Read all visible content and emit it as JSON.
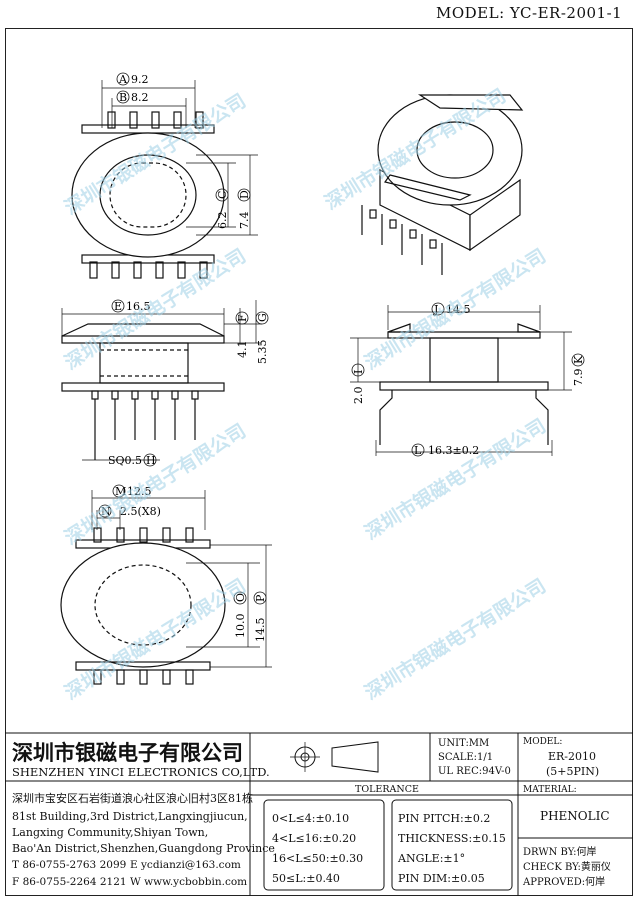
{
  "model_label": "MODEL: YC-ER-2001-1",
  "watermark_text": "深圳市银磁电子有限公司",
  "dimensions": {
    "A": {
      "letter": "A",
      "value": "9.2"
    },
    "B": {
      "letter": "B",
      "value": "8.2"
    },
    "C": {
      "letter": "C",
      "value": "6.2"
    },
    "D": {
      "letter": "D",
      "value": "7.4"
    },
    "E": {
      "letter": "E",
      "value": "16.5"
    },
    "F": {
      "letter": "F",
      "value": "4.1"
    },
    "G": {
      "letter": "G",
      "value": "5.35"
    },
    "H": {
      "letter": "H",
      "value": "SQ0.5"
    },
    "I": {
      "letter": "I",
      "value": "2.0"
    },
    "J": {
      "letter": "J",
      "value": "14.5"
    },
    "K": {
      "letter": "K",
      "value": "7.9"
    },
    "L": {
      "letter": "L",
      "value": "16.3±0.2"
    },
    "M": {
      "letter": "M",
      "value": "12.5"
    },
    "N": {
      "letter": "N",
      "value": "2.5(X8)"
    },
    "O": {
      "letter": "O",
      "value": "10.0"
    },
    "P": {
      "letter": "P",
      "value": "14.5"
    }
  },
  "title_block": {
    "company_cn": "深圳市银磁电子有限公司",
    "company_en": "SHENZHEN YINCI ELECTRONICS CO,LTD.",
    "address_lines": [
      "深圳市宝安区石岩街道浪心社区浪心旧村3区81栋",
      "81st Building,3rd District,Langxingjiucun,",
      "Langxing Community,Shiyan Town,",
      "Bao'An District,Shenzhen,Guangdong Province"
    ],
    "tel": "T 86-0755-2763 2099",
    "email": "E ycdianzi@163.com",
    "fax": "F 86-0755-2264 2121",
    "web": "W www.ycbobbin.com",
    "unit": "UNIT:MM",
    "scale": "SCALE:1/1",
    "ul_rec": "UL REC:94V-0",
    "model_heading": "MODEL:",
    "model_value": "ER-2010",
    "model_pins": "(5+5PIN)",
    "tolerance_heading": "TOLERANCE",
    "tolerances_left": [
      "0<L≤4:±0.10",
      "4<L≤16:±0.20",
      "16<L≤50:±0.30",
      "50≤L:±0.40"
    ],
    "tolerances_right": [
      "PIN PITCH:±0.2",
      "THICKNESS:±0.15",
      "ANGLE:±1°",
      "PIN DIM:±0.05"
    ],
    "material_heading": "MATERIAL:",
    "material_value": "PHENOLIC",
    "drawn_by": "DRWN BY:何岸",
    "check_by": "CHECK BY:黄丽仪",
    "approved": "APPROVED:何岸"
  }
}
